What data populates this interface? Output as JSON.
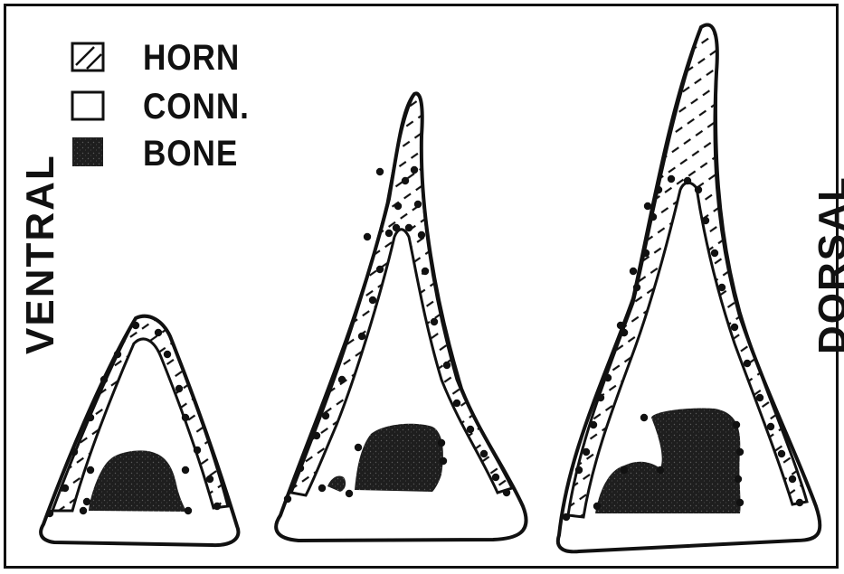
{
  "legend": {
    "items": [
      {
        "key": "horn",
        "label": "HORN",
        "pattern": "hatched"
      },
      {
        "key": "conn",
        "label": "CONN.",
        "pattern": "open"
      },
      {
        "key": "bone",
        "label": "BONE",
        "pattern": "stippled"
      }
    ]
  },
  "labels": {
    "left": "VENTRAL",
    "right": "DORSAL"
  },
  "colors": {
    "ink": "#111111",
    "bone": "#1e1e1e",
    "paper": "#ffffff"
  }
}
